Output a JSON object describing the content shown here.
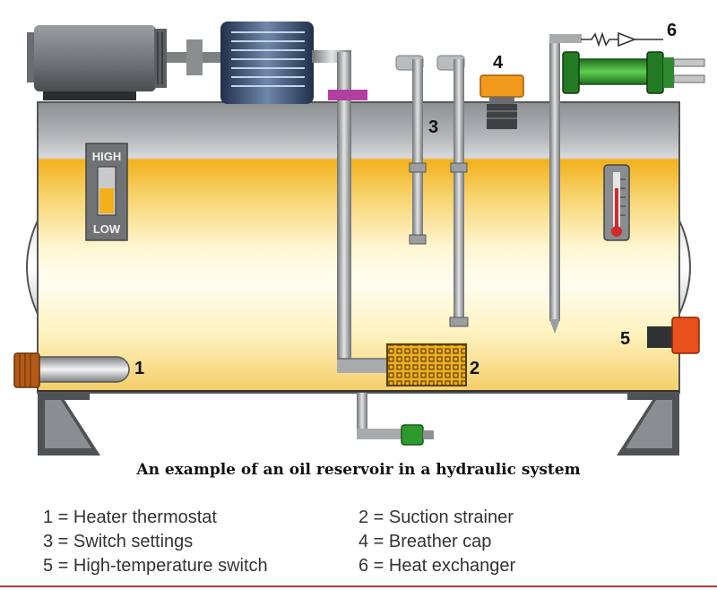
{
  "diagram": {
    "gauge_high": "HIGH",
    "gauge_low": "LOW",
    "callouts": [
      "1",
      "2",
      "3",
      "4",
      "5",
      "6"
    ]
  },
  "caption": "An example of an oil reservoir in a hydraulic system",
  "legend": [
    {
      "label": "1 = Heater thermostat"
    },
    {
      "label": "2 = Suction strainer"
    },
    {
      "label": "3 = Switch settings"
    },
    {
      "label": "4 = Breather cap"
    },
    {
      "label": "5 = High-temperature switch"
    },
    {
      "label": "6 = Heat exchanger"
    }
  ],
  "colors": {
    "oil_top": "#f2b11c",
    "oil_bottom": "#fffbe6",
    "steel": "#5a5e62",
    "strainer": "#f0b020",
    "breather": "#f29a1c",
    "switch": "#e8501c",
    "exchanger": "#2e9a2e",
    "accent_rule": "#b13a3a"
  }
}
